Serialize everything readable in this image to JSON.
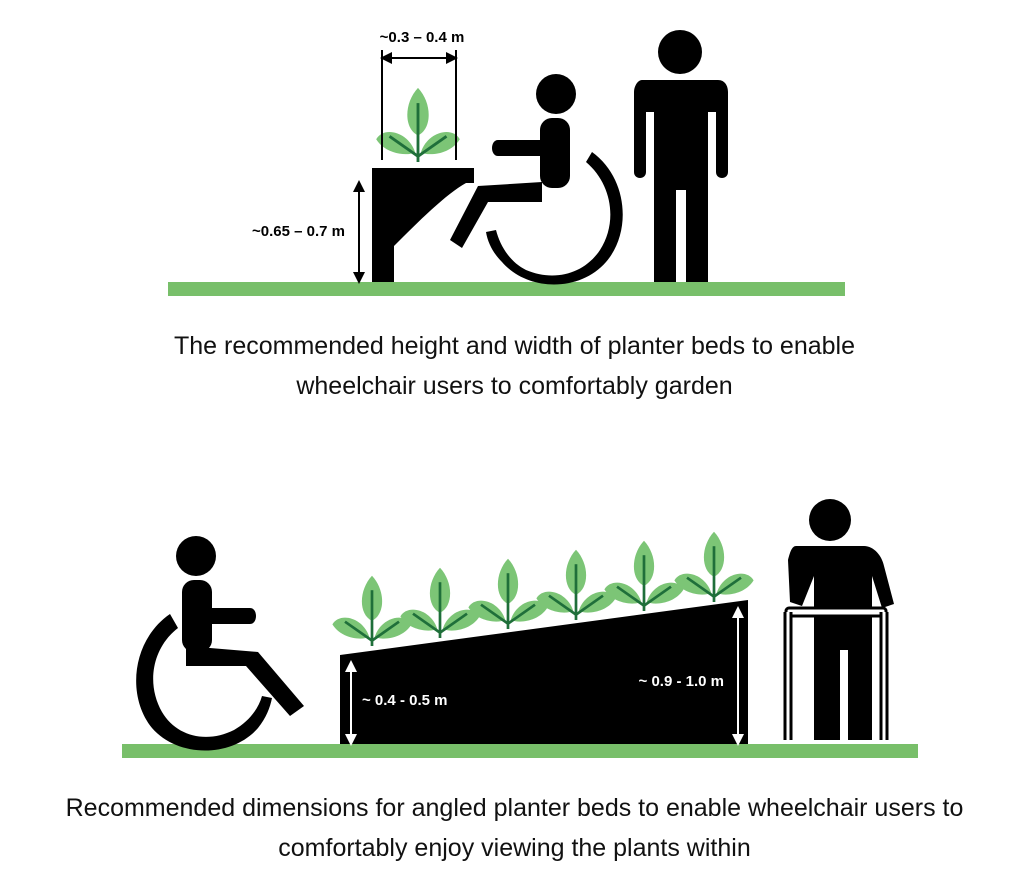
{
  "colors": {
    "ground": "#78bf6a",
    "leaf": "#7cc576",
    "stem": "#1f6f3a",
    "figure": "#000000",
    "text": "#111111"
  },
  "top_diagram": {
    "width_label": "~0.3 – 0.4 m",
    "height_label": "~0.65 – 0.7 m",
    "caption_lines": [
      "The recommended height and width of planter beds to enable",
      "wheelchair users to comfortably garden"
    ]
  },
  "bottom_diagram": {
    "low_height_label": "~ 0.4 - 0.5 m",
    "high_height_label": "~ 0.9 - 1.0 m",
    "plant_count": 6,
    "caption_lines": [
      "Recommended dimensions for angled planter beds to enable wheelchair users to",
      "comfortably enjoy viewing the plants within"
    ]
  }
}
